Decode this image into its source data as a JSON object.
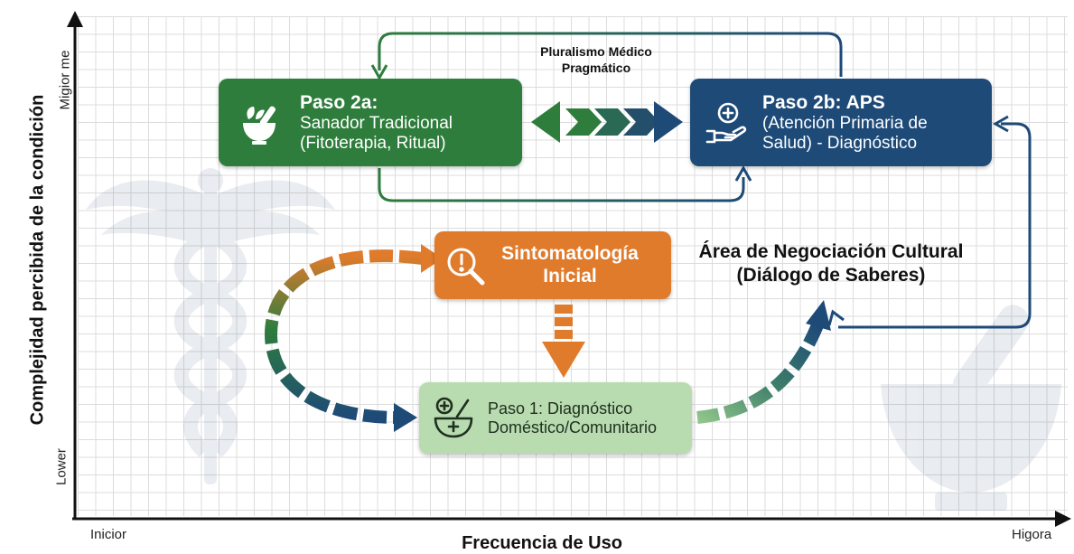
{
  "diagram": {
    "y_axis": {
      "title": "Complejidad percibida de la condición",
      "top_label": "Migior me",
      "bottom_label": "Lower"
    },
    "x_axis": {
      "title": "Frecuencia de Uso",
      "left_label": "Inicior",
      "right_label": "Higora"
    },
    "pluralism_label": [
      "Pluralismo Médico",
      "Pragmático"
    ],
    "negotiation_area_label": [
      "Área de Negociación Cultural",
      "(Diálogo de Saberes)"
    ],
    "nodes": {
      "paso2a": {
        "title": "Paso 2a:",
        "lines": [
          "Sanador Tradicional",
          "(Fitoterapia, Ritual)"
        ],
        "icon": "mortar-herbs-icon"
      },
      "paso2b": {
        "title": "Paso 2b: APS",
        "lines": [
          "(Atención Primaria de",
          "Salud) - Diagnóstico"
        ],
        "icon": "hand-medical-cross-icon"
      },
      "sintomatologia": {
        "lines": [
          "Sintomatología",
          "Inicial"
        ],
        "icon": "magnifier-alert-icon"
      },
      "paso1": {
        "lines": [
          "Paso 1: Diagnóstico",
          "Doméstico/Comunitario"
        ],
        "icon": "mortar-first-aid-icon"
      }
    },
    "background_icons": [
      "caduceus-icon",
      "mortar-pestle-icon"
    ],
    "colors": {
      "traditional_green": "#2e7d3c",
      "aps_blue": "#1e4a78",
      "symptom_orange": "#e07b2c",
      "domestic_light_green": "#b8dbb0",
      "grid": "#dcdcdc"
    }
  }
}
